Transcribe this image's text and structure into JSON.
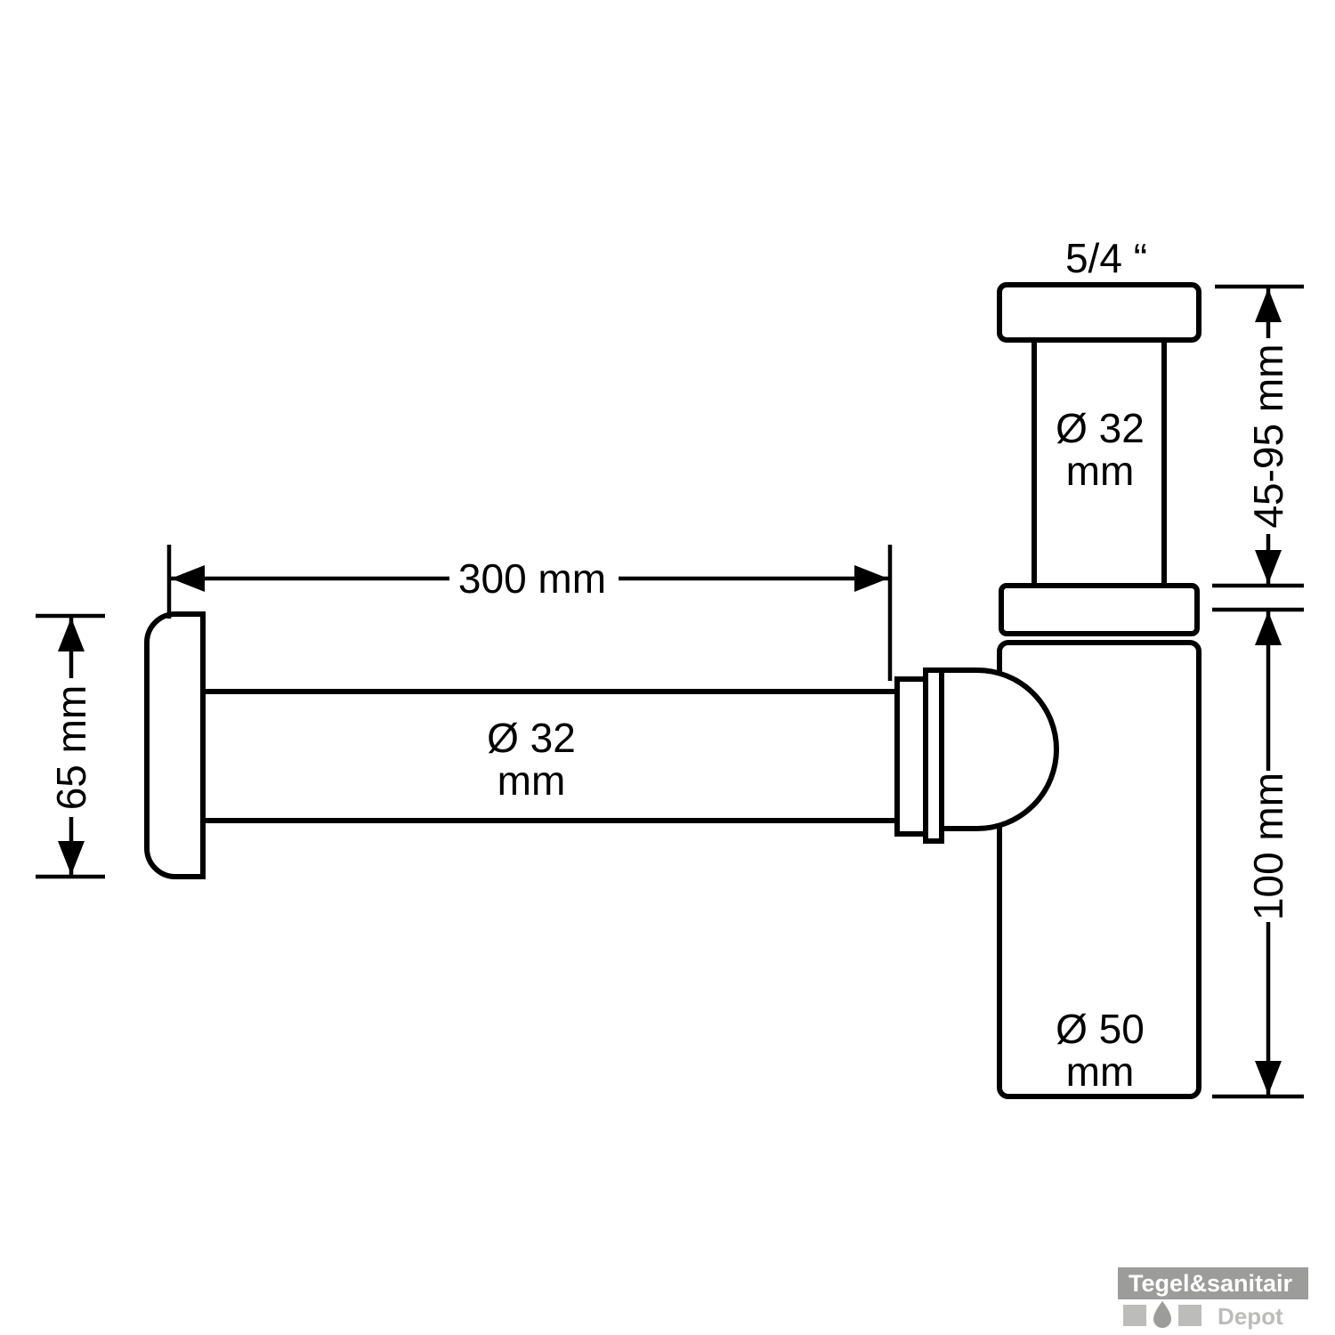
{
  "diagram": {
    "type": "technical-dimension-drawing",
    "subject": "design bottle trap (sifon) with wall tube",
    "labels": {
      "inlet_thread": "5/4 “",
      "inlet_diameter": "Ø 32",
      "inlet_diameter_unit": "mm",
      "inlet_adjust_range": "45-95 mm",
      "tube_length": "300 mm",
      "tube_diameter": "Ø 32",
      "tube_diameter_unit": "mm",
      "flange_height": "65 mm",
      "cup_height": "100 mm",
      "cup_diameter": "Ø 50",
      "cup_diameter_unit": "mm"
    },
    "watermark": {
      "brand": "Tegel&sanitair",
      "sub": "Depot"
    }
  },
  "colors": {
    "line": "#000000",
    "background": "#ffffff",
    "watermark_bg": "#9c9c9b",
    "watermark_text": "#ffffff",
    "watermark_sub": "#bcbcbb"
  }
}
